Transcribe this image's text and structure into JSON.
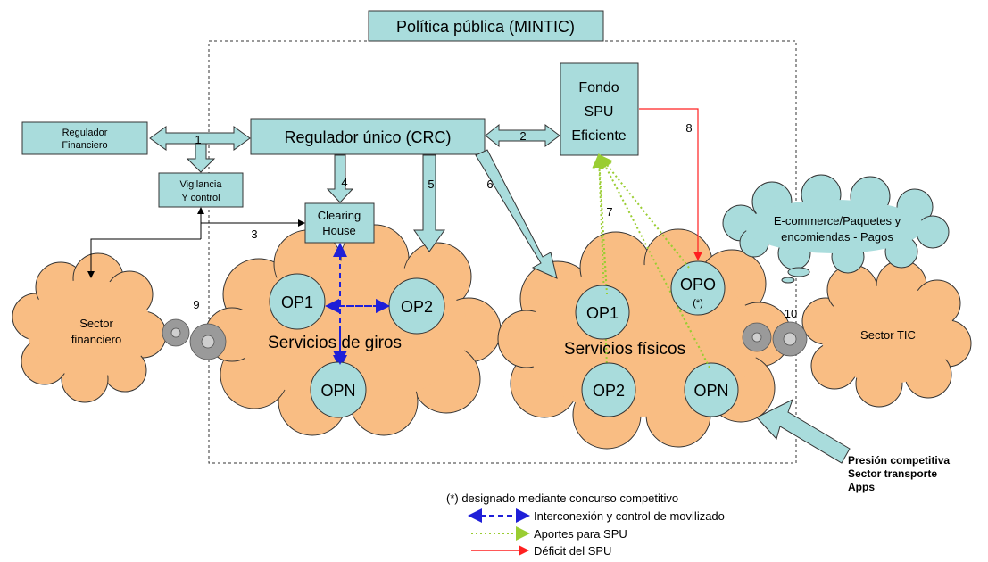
{
  "policy_title": "Política pública (MINTIC)",
  "boxes": {
    "regulador_financiero": [
      "Regulador",
      "Financiero"
    ],
    "regulador_unico": "Regulador único (CRC)",
    "fondo": [
      "Fondo",
      "SPU",
      "Eficiente"
    ],
    "vigilancia": [
      "Vigilancia",
      "Y control"
    ],
    "clearing": [
      "Clearing",
      "House"
    ]
  },
  "edge_numbers": [
    "1",
    "2",
    "3",
    "4",
    "5",
    "6",
    "7",
    "8",
    "9",
    "10"
  ],
  "clouds": {
    "ecommerce": [
      "E-commerce/Paquetes y",
      "encomiendas - Pagos"
    ],
    "sector_financiero": [
      "Sector",
      "financiero"
    ],
    "giros": "Servicios de giros",
    "fisicos": "Servicios físicos",
    "sector_tic": "Sector TIC"
  },
  "operators": {
    "giros": [
      "OP1",
      "OP2",
      "OPN"
    ],
    "fisicos": [
      "OP1",
      "OPO",
      "OP2",
      "OPN"
    ],
    "opo_note": "(*)"
  },
  "pressure": [
    "Presión competitiva",
    "Sector transporte",
    "Apps"
  ],
  "legend": {
    "note": "(*) designado mediante concurso competitivo",
    "items": [
      {
        "label": "Interconexión y control de movilizado",
        "color": "#1f1fd8",
        "style": "dashed"
      },
      {
        "label": "Aportes para SPU",
        "color": "#9acd32",
        "style": "dotted"
      },
      {
        "label": "Déficit del SPU",
        "color": "#ff2020",
        "style": "solid"
      }
    ]
  },
  "colors": {
    "box_fill": "#a9dcdc",
    "cloud_fill": "#f9bd83",
    "circle_fill": "#a9dcdc",
    "gear": "#9a9a9a"
  }
}
